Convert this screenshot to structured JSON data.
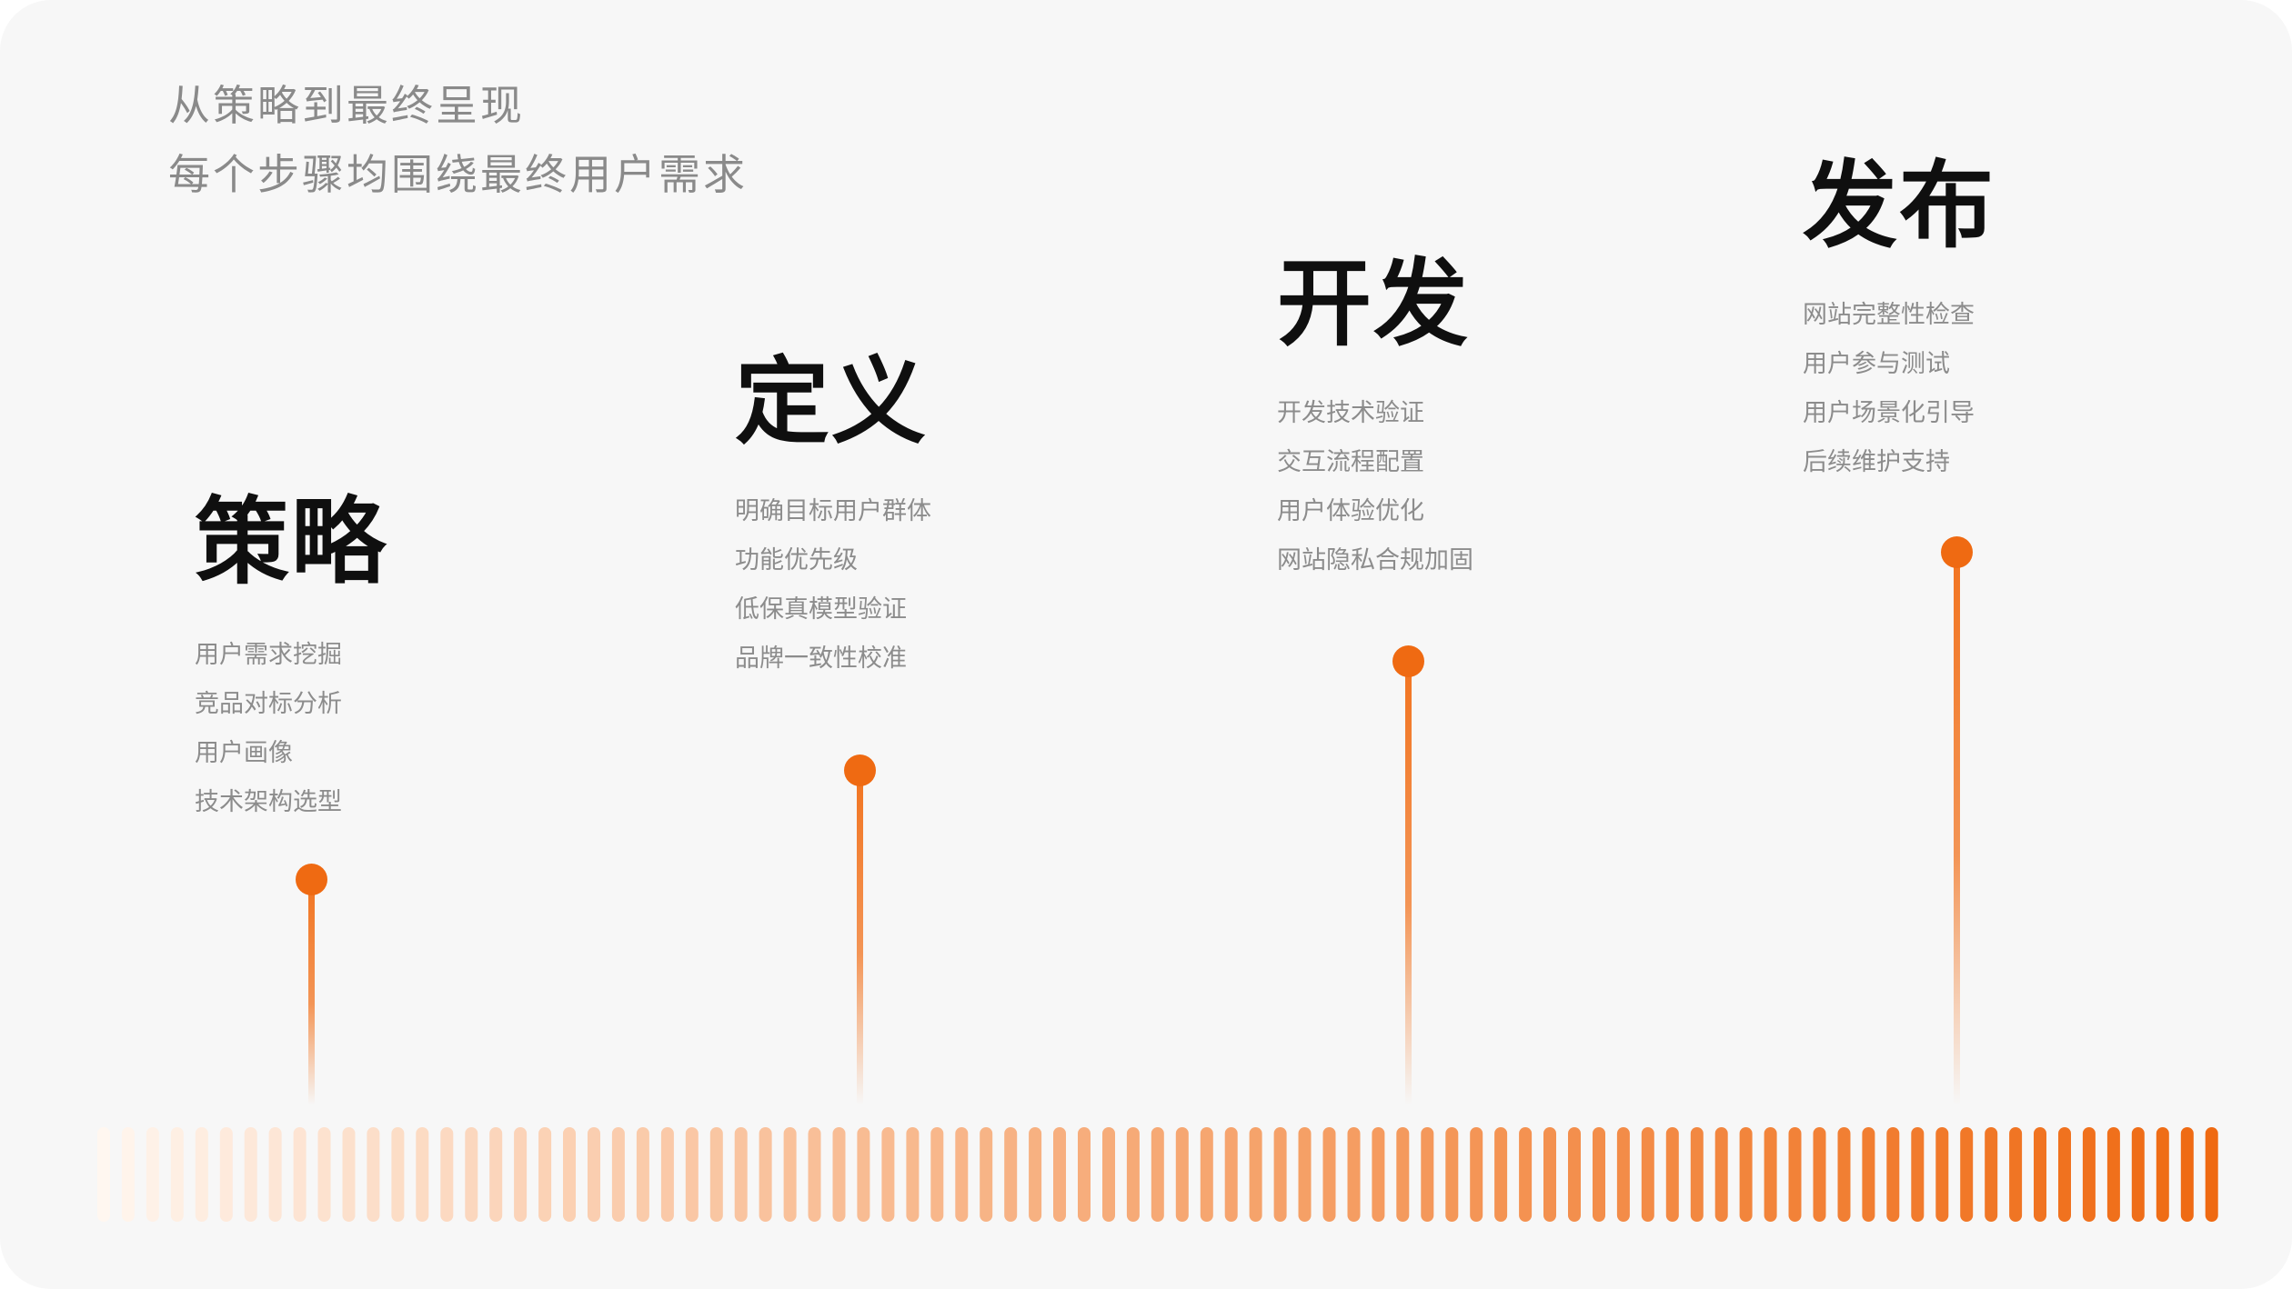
{
  "tagline": {
    "line1": "从策略到最终呈现",
    "line2": "每个步骤均围绕最终用户需求"
  },
  "colors": {
    "accent": "#ef6a12",
    "background": "#f7f7f7",
    "title": "#0f0f0f",
    "muted_text": "#8c8c8c"
  },
  "stages": [
    {
      "title": "策略",
      "items": [
        "用户需求挖掘",
        "竞品对标分析",
        "用户画像",
        "技术架构选型"
      ]
    },
    {
      "title": "定义",
      "items": [
        "明确目标用户群体",
        "功能优先级",
        "低保真模型验证",
        "品牌一致性校准"
      ]
    },
    {
      "title": "开发",
      "items": [
        "开发技术验证",
        "交互流程配置",
        "用户体验优化",
        "网站隐私合规加固"
      ]
    },
    {
      "title": "发布",
      "items": [
        "网站完整性检查",
        "用户参与测试",
        "用户场景化引导",
        "后续维护支持"
      ]
    }
  ]
}
